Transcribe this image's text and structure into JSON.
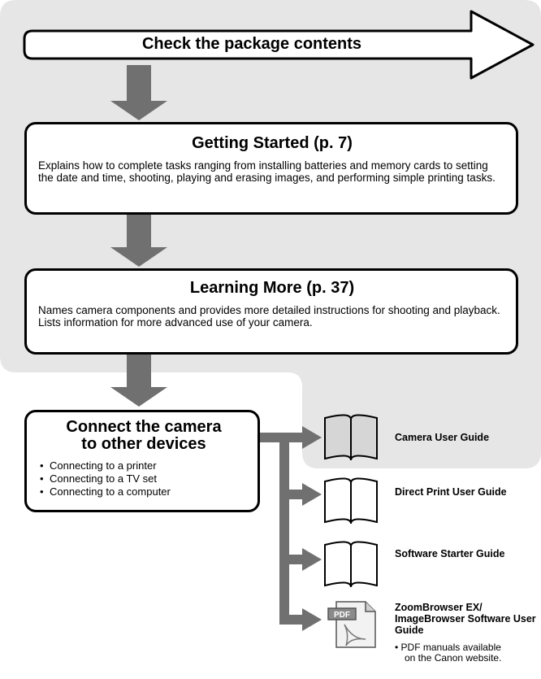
{
  "header_arrow": {
    "label": "Check the package contents"
  },
  "getting_started": {
    "title": "Getting Started (p. 7)",
    "description": "Explains how to complete tasks ranging from installing batteries and memory cards to setting the date and time, shooting, playing and erasing images, and performing simple printing tasks."
  },
  "learning_more": {
    "title": "Learning More (p. 37)",
    "description": "Names camera components and provides more detailed instructions for shooting and playback. Lists information for more advanced use of your camera."
  },
  "connect": {
    "title_line1": "Connect the camera",
    "title_line2": "to other devices",
    "bullets": [
      "Connecting to a printer",
      "Connecting to a TV set",
      "Connecting to a computer"
    ]
  },
  "guides": [
    {
      "label": "Camera User Guide"
    },
    {
      "label": "Direct Print User Guide"
    },
    {
      "label": "Software Starter Guide"
    },
    {
      "label": "ZoomBrowser EX/ ImageBrowser Software User Guide",
      "bullet": "PDF manuals available on the Canon website."
    }
  ],
  "pdf_icon_text": "PDF",
  "colors": {
    "panel": "#e6e6e6",
    "arrow": "#707070",
    "book_fill_gray": "#d6d6d6"
  }
}
